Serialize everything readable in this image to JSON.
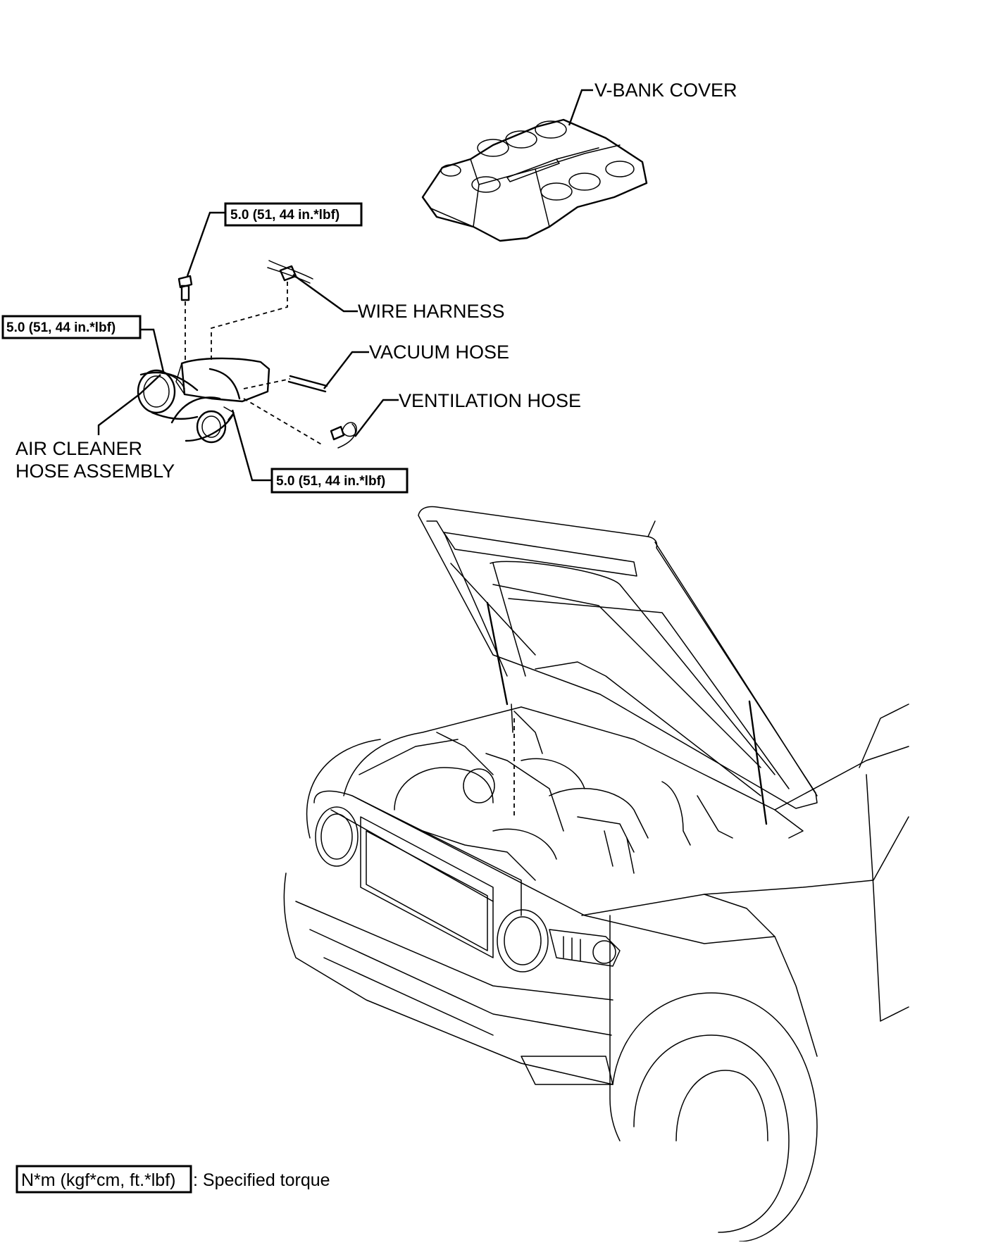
{
  "labels": {
    "v_bank_cover": "V-BANK COVER",
    "wire_harness": "WIRE HARNESS",
    "vacuum_hose": "VACUUM HOSE",
    "ventilation_hose": "VENTILATION HOSE",
    "air_cleaner_line1": "AIR CLEANER",
    "air_cleaner_line2": "HOSE ASSEMBLY"
  },
  "torque_specs": {
    "bolt_top": "5.0 (51, 44 in.*lbf)",
    "clamp_left": "5.0 (51, 44 in.*lbf)",
    "clamp_bottom": "5.0 (51, 44 in.*lbf)"
  },
  "legend": {
    "unit_box": "N*m (kgf*cm, ft.*lbf)",
    "description": ": Specified torque"
  }
}
